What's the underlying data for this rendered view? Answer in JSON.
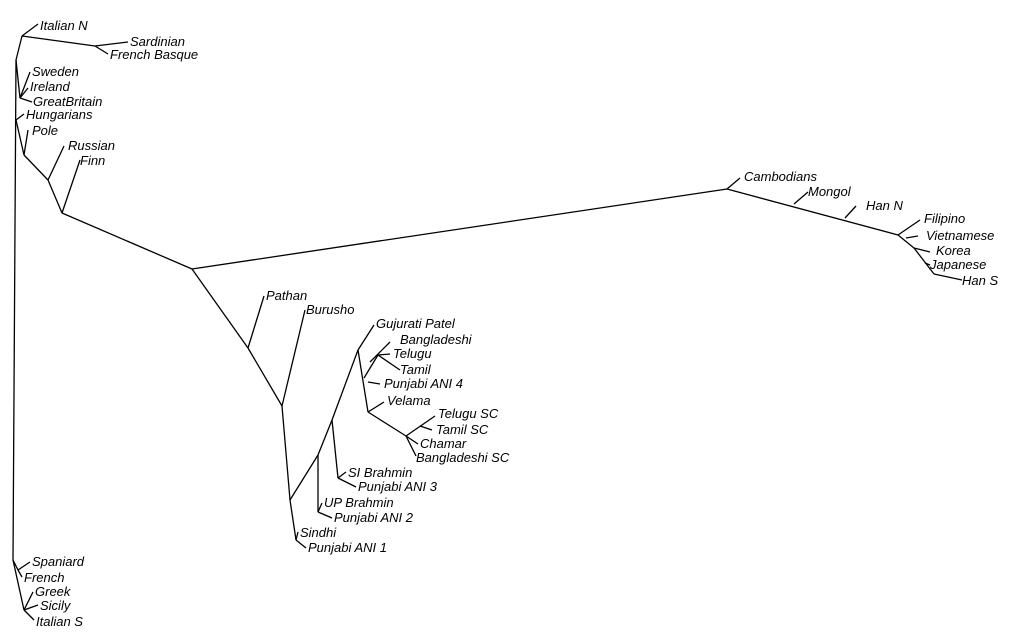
{
  "tree": {
    "labels": {
      "italian_n": "Italian N",
      "sardinian": "Sardinian",
      "french_basque": "French Basque",
      "sweden": "Sweden",
      "ireland": "Ireland",
      "greatbritain": "GreatBritain",
      "hungarians": "Hungarians",
      "pole": "Pole",
      "russian": "Russian",
      "finn": "Finn",
      "cambodians": "Cambodians",
      "mongol": "Mongol",
      "han_n": "Han N",
      "filipino": "Filipino",
      "vietnamese": "Vietnamese",
      "korea": "Korea",
      "japanese": "Japanese",
      "han_s": "Han S",
      "pathan": "Pathan",
      "burusho": "Burusho",
      "gujurati_patel": "Gujurati Patel",
      "bangladeshi": "Bangladeshi",
      "telugu": "Telugu",
      "tamil": "Tamil",
      "punjabi_ani_4": "Punjabi ANI 4",
      "velama": "Velama",
      "telugu_sc": "Telugu SC",
      "tamil_sc": "Tamil SC",
      "chamar": "Chamar",
      "bangladeshi_sc": "Bangladeshi SC",
      "si_brahmin": "SI Brahmin",
      "punjabi_ani_3": "Punjabi ANI 3",
      "up_brahmin": "UP Brahmin",
      "punjabi_ani_2": "Punjabi ANI 2",
      "sindhi": "Sindhi",
      "punjabi_ani_1": "Punjabi ANI 1",
      "spaniard": "Spaniard",
      "french": "French",
      "greek": "Greek",
      "sicily": "Sicily",
      "italian_s": "Italian S"
    }
  }
}
